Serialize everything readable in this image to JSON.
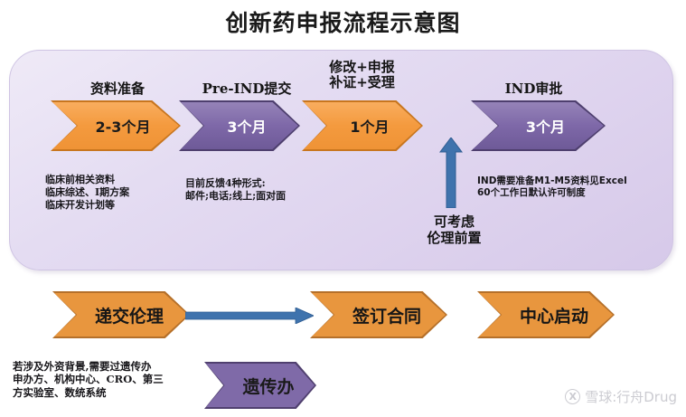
{
  "title": "创新药申报流程示意图",
  "panel": {
    "steps": [
      {
        "caption": "资料准备",
        "duration": "2-3个月",
        "color": "orange"
      },
      {
        "caption": "Pre-IND提交",
        "duration": "3个月",
        "color": "purple"
      },
      {
        "caption": "修改+申报\n补证+受理",
        "duration": "1个月",
        "color": "orange"
      },
      {
        "caption": "IND审批",
        "duration": "3个月",
        "color": "purple"
      }
    ],
    "notes": [
      {
        "text": "临床前相关资料\n临床综述、I期方案\n临床开发计划等"
      },
      {
        "text": "目前反馈4种形式:\n邮件;电话;线上;面对面"
      },
      {
        "text": "IND需要准备M1-M5资料见Excel\n60个工作日默认许可制度"
      }
    ],
    "ethics_note": "可考虑\n伦理前置"
  },
  "row2": {
    "items": [
      {
        "label": "递交伦理",
        "color": "orange"
      },
      {
        "label": "签订合同",
        "color": "orange"
      },
      {
        "label": "中心启动",
        "color": "orange"
      }
    ]
  },
  "row3": {
    "note": "若涉及外资背景,需要过遗传办\n申办方、机构中心、CRO、第三\n方实验室、数统系统",
    "item": {
      "label": "遗传办",
      "color": "purple"
    }
  },
  "watermark": {
    "logo": "X",
    "text": "雪球:行舟Drug"
  },
  "colors": {
    "orange": "#e8963e",
    "purple": "#7f6aa8",
    "blue": "#3f73ad",
    "panel_bg": "#e0d6ef"
  }
}
